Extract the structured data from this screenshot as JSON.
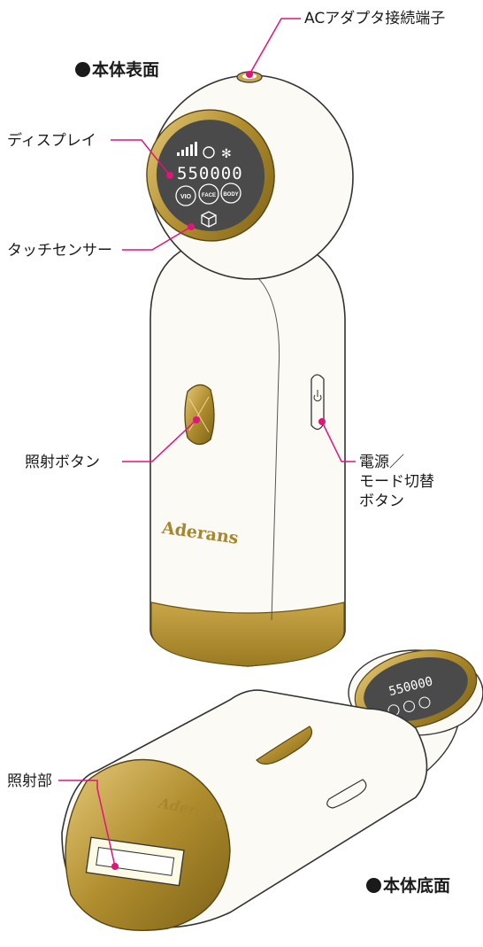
{
  "sections": {
    "front": "本体表面",
    "bottom": "本体底面"
  },
  "labels": {
    "ac_port": "ACアダプタ接続端子",
    "display": "ディスプレイ",
    "touch_sensor": "タッチセンサー",
    "fire_button": "照射ボタン",
    "power_mode_button": [
      "電源／",
      "モード切替",
      "ボタン"
    ],
    "emitter": "照射部"
  },
  "device": {
    "brand": "Aderans",
    "display_counter": "550000",
    "mode_buttons": [
      "VIO",
      "FACE",
      "BODY"
    ]
  },
  "colors": {
    "leader_line": "#e0147a",
    "gold": "#b08d2e",
    "display_bg": "#4a4a4a",
    "body": "#fbfaf5"
  },
  "icons": [
    "signal-bars-icon",
    "refresh-icon",
    "snowflake-icon",
    "cube-icon",
    "power-icon"
  ]
}
